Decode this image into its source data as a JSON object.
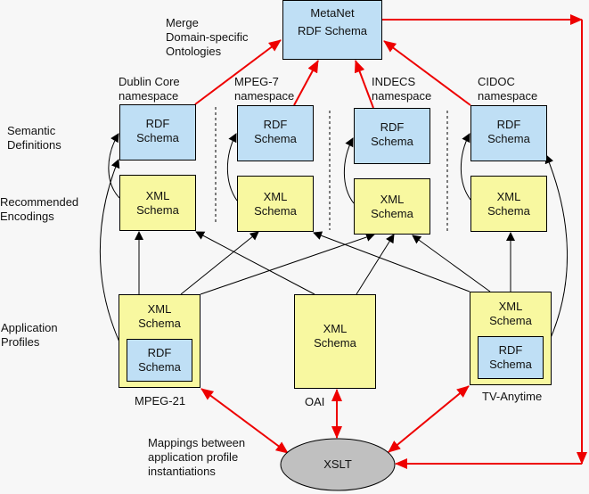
{
  "colors": {
    "rdf_fill": "#bfdff5",
    "xml_fill": "#f8f8a0",
    "xslt_fill": "#c0c0c0",
    "mapping_arrow": "#ee0000",
    "dependency_arrow": "#000000",
    "background": "#f7f7f7"
  },
  "side_labels": {
    "merge": "Merge\nDomain-specific\nOntologies",
    "semantic": "Semantic\nDefinitions",
    "recommended": "Recommended\nEncodings",
    "application": "Application\nProfiles",
    "mappings": "Mappings between\napplication profile\ninstantiations"
  },
  "metanet": {
    "line1": "MetaNet",
    "line2": "RDF Schema"
  },
  "namespaces": [
    {
      "name": "Dublin Core\nnamespace",
      "rdf": "RDF\nSchema",
      "xml": "XML\nSchema"
    },
    {
      "name": "MPEG-7\nnamespace",
      "rdf": "RDF\nSchema",
      "xml": "XML\nSchema"
    },
    {
      "name": "INDECS\nnamespace",
      "rdf": "RDF\nSchema",
      "xml": "XML\nSchema"
    },
    {
      "name": "CIDOC\nnamespace",
      "rdf": "RDF\nSchema",
      "xml": "XML\nSchema"
    }
  ],
  "profiles": [
    {
      "name": "MPEG-21",
      "xml": "XML\nSchema",
      "rdf": "RDF\nSchema"
    },
    {
      "name": "OAI",
      "xml": "XML\nSchema"
    },
    {
      "name": "TV-Anytime",
      "xml": "XML\nSchema",
      "rdf": "RDF\nSchema"
    }
  ],
  "xslt": {
    "label": "XSLT"
  }
}
